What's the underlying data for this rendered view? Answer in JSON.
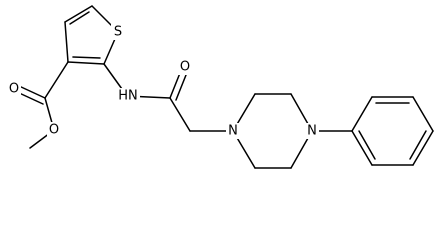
{
  "structure": {
    "atoms": {
      "sulfur": "S",
      "ester_carbonyl_oxygen": "O",
      "ester_ether_oxygen": "O",
      "amide_nitrogen": "HN",
      "amide_oxygen": "O",
      "piperazine_n1": "N",
      "piperazine_n4": "N"
    },
    "colors": {
      "bond": "#000000",
      "label": "#000000",
      "background": "#ffffff"
    }
  }
}
